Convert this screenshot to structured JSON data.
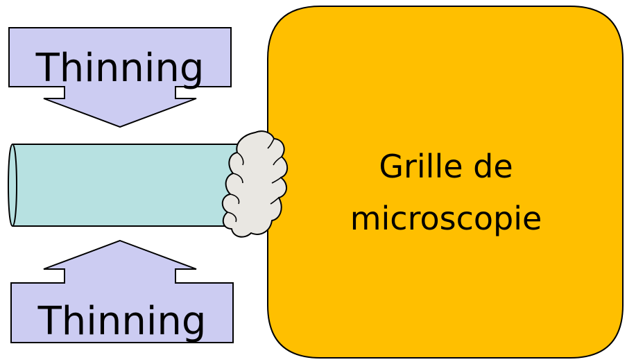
{
  "top_arrow": {
    "label": "Thinning"
  },
  "bottom_arrow": {
    "label": "Thinning"
  },
  "grid_box": {
    "label_line1": "Grille de",
    "label_line2": "microscopie"
  },
  "colors": {
    "arrow_fill": "#ccccf2",
    "grid_fill": "#ffbf00",
    "cylinder_fill": "#b7e1e1",
    "cloud_fill": "#e9e7e2",
    "stroke": "#000000"
  }
}
